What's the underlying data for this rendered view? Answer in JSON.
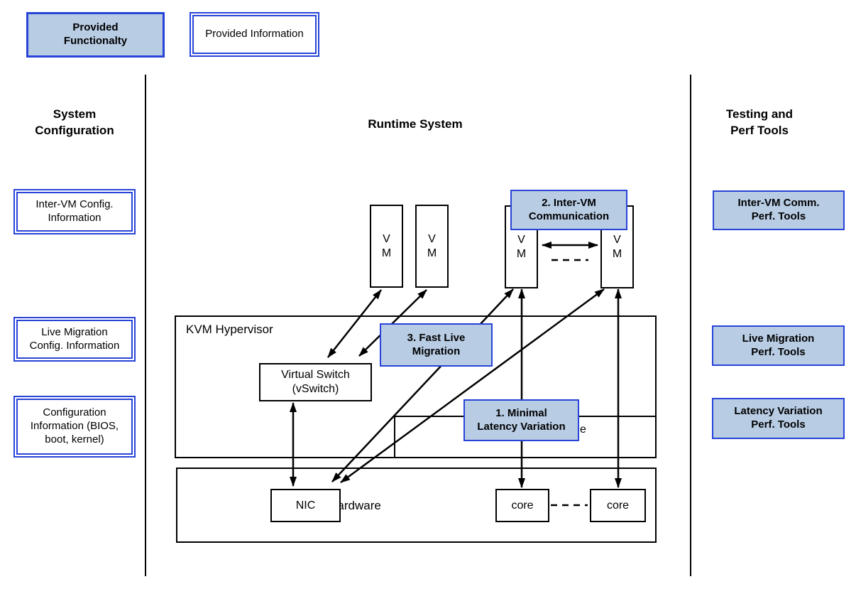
{
  "legend": {
    "provided_functionality": "Provided\nFunctionalty",
    "provided_information": "Provided Information"
  },
  "sections": {
    "left_title": "System\nConfiguration",
    "center_title": "Runtime System",
    "right_title": "Testing and\nPerf Tools"
  },
  "config_boxes": [
    "Inter-VM Config.\nInformation",
    "Live Migration\nConfig. Information",
    "Configuration\nInformation (BIOS,\nboot, kernel)"
  ],
  "tool_boxes": [
    "Inter-VM Comm.\nPerf. Tools",
    "Live Migration\nPerf. Tools",
    "Latency Variation\nPerf. Tools"
  ],
  "features": [
    "1. Minimal\nLatency Variation",
    "2. Inter-VM\nCommunication",
    "3. Fast Live\nMigration"
  ],
  "runtime": {
    "vm": "V\nM",
    "hypervisor": "KVM Hypervisor",
    "vswitch": "Virtual Switch\n(vSwitch)",
    "nic": "NIC",
    "hardware": "Hardware",
    "core": "core",
    "partial_text": "e"
  },
  "colors": {
    "box_fill_blue": "#b8cce4",
    "box_border_blue": "#2844d8",
    "line_color": "#000000"
  }
}
